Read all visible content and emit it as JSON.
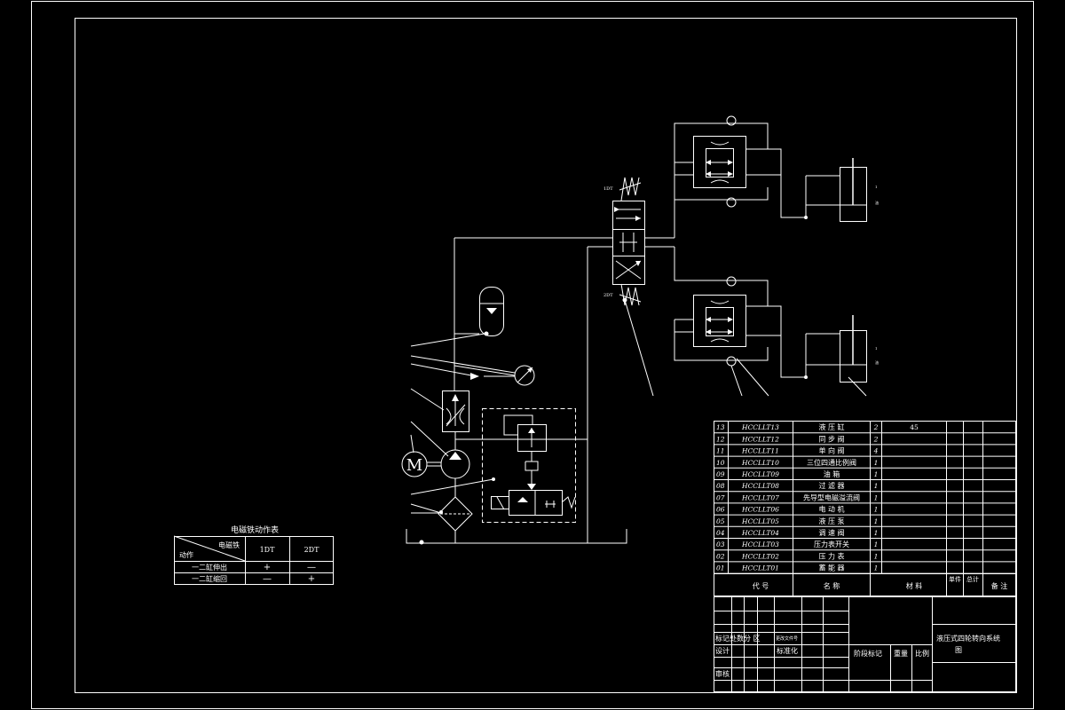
{
  "solenoid_table": {
    "title": "电磁铁动作表",
    "corner_top": "电磁铁",
    "corner_bottom": "动作",
    "col1": "1DT",
    "col2": "2DT",
    "rows": [
      {
        "label": "一二缸伸出",
        "v1": "+",
        "v2": "—"
      },
      {
        "label": "一二缸缩回",
        "v1": "—",
        "v2": "+"
      }
    ]
  },
  "valve_labels": {
    "left_top": "1DT",
    "left_bottom": "2DT"
  },
  "bom": {
    "rows": [
      {
        "no": "13",
        "code": "HCCLLT13",
        "name": "液 压 缸",
        "qty": "2",
        "material": "45"
      },
      {
        "no": "12",
        "code": "HCCLLT12",
        "name": "同 步 阀",
        "qty": "2",
        "material": ""
      },
      {
        "no": "11",
        "code": "HCCLLT11",
        "name": "单 向 阀",
        "qty": "4",
        "material": ""
      },
      {
        "no": "10",
        "code": "HCCLLT10",
        "name": "三位四通比例阀",
        "qty": "1",
        "material": ""
      },
      {
        "no": "09",
        "code": "HCCLLT09",
        "name": "油 箱",
        "qty": "1",
        "material": ""
      },
      {
        "no": "08",
        "code": "HCCLLT08",
        "name": "过 滤 器",
        "qty": "1",
        "material": ""
      },
      {
        "no": "07",
        "code": "HCCLLT07",
        "name": "先导型电磁溢流阀",
        "qty": "1",
        "material": ""
      },
      {
        "no": "06",
        "code": "HCCLLT06",
        "name": "电 动 机",
        "qty": "1",
        "material": ""
      },
      {
        "no": "05",
        "code": "HCCLLT05",
        "name": "液 压 泵",
        "qty": "1",
        "material": ""
      },
      {
        "no": "04",
        "code": "HCCLLT04",
        "name": "调 速 阀",
        "qty": "1",
        "material": ""
      },
      {
        "no": "03",
        "code": "HCCLLT03",
        "name": "压力表开关",
        "qty": "1",
        "material": ""
      },
      {
        "no": "02",
        "code": "HCCLLT02",
        "name": "压 力 表",
        "qty": "1",
        "material": ""
      },
      {
        "no": "01",
        "code": "HCCLLT01",
        "name": "蓄 能 器",
        "qty": "1",
        "material": ""
      }
    ],
    "header": {
      "code": "代 号",
      "name": "名 称",
      "material": "材 料",
      "unit_weight": "单件",
      "total_weight": "总计",
      "remark": "备 注"
    }
  },
  "title_block": {
    "revision_row": "标记处数分  区",
    "revision_tail": "更改文件号",
    "design": "设计",
    "standardize": "标准化",
    "review": "审核",
    "stage_mark": "阶段标记",
    "weight": "重量",
    "scale": "比例",
    "drawing_title_1": "液压式四轮转向系统",
    "drawing_title_2": "图"
  }
}
